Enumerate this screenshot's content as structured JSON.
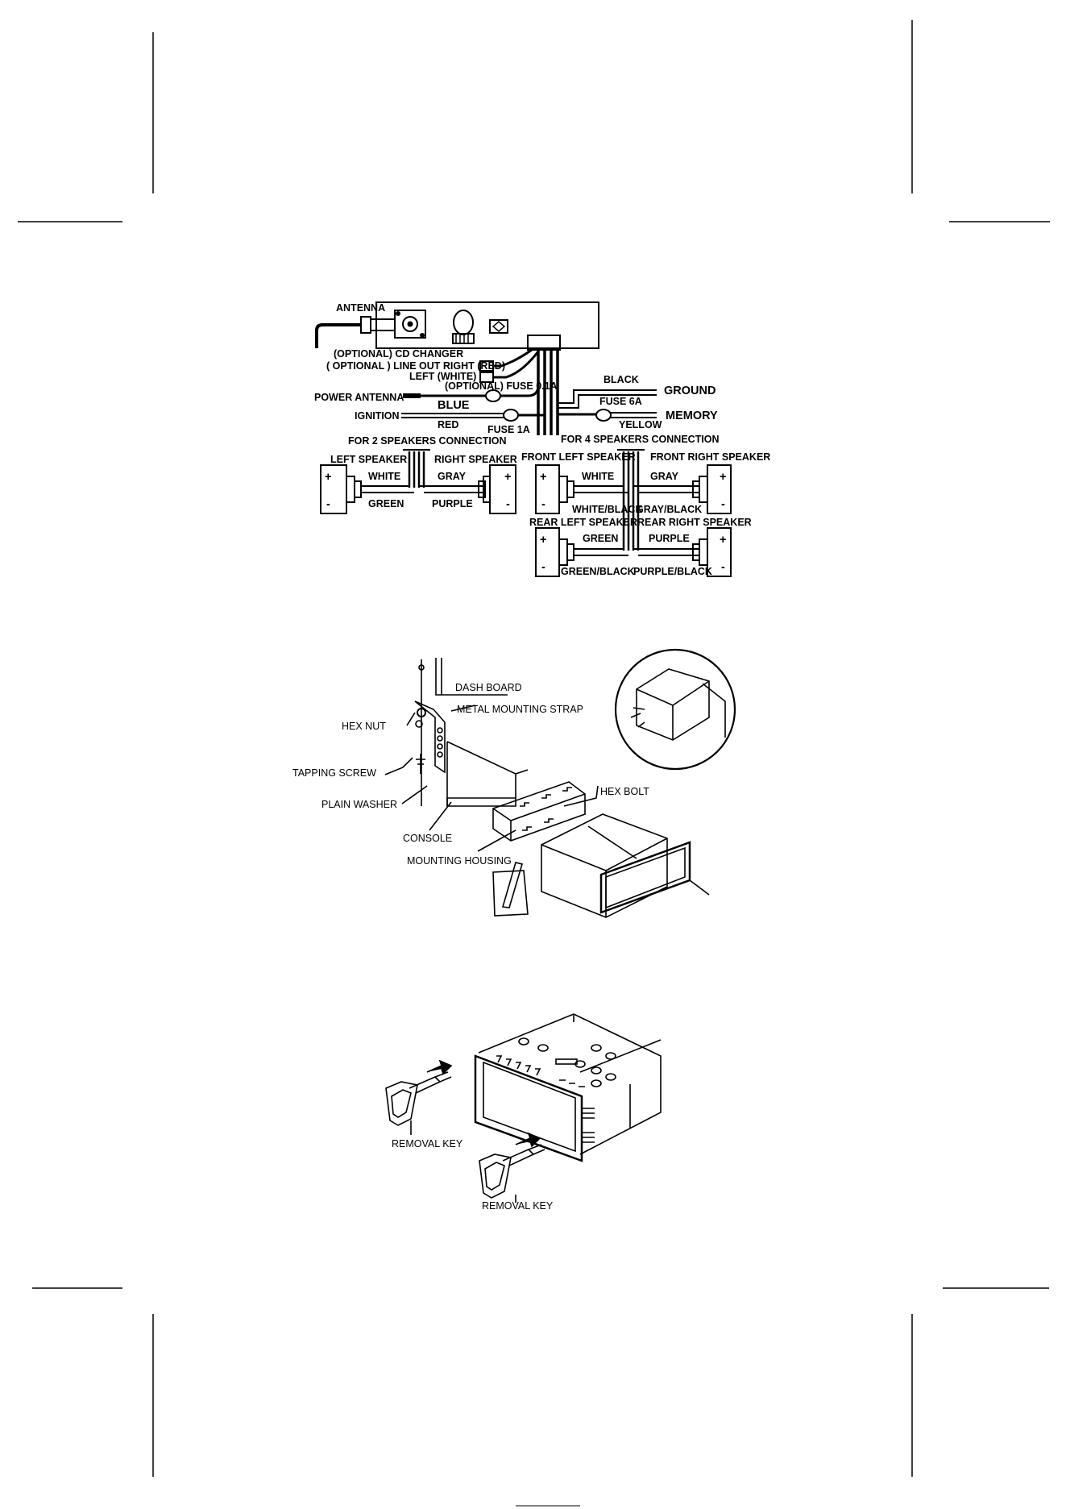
{
  "wiring": {
    "antenna": "ANTENNA",
    "cd_changer": "(OPTIONAL) CD CHANGER",
    "line_out_right": "( OPTIONAL ) LINE OUT RIGHT (RED)",
    "line_out_left": "LEFT (WHITE)",
    "fuse_01": "(OPTIONAL) FUSE 0.1A",
    "power_antenna": "POWER ANTENNA",
    "blue": "BLUE",
    "ignition": "IGNITION",
    "red": "RED",
    "fuse_1a": "FUSE 1A",
    "black": "BLACK",
    "ground": "GROUND",
    "fuse_6a": "FUSE 6A",
    "memory": "MEMORY",
    "yellow": "YELLOW",
    "two_speakers": "FOR 2 SPEAKERS CONNECTION",
    "four_speakers": "FOR 4 SPEAKERS CONNECTION",
    "left_speaker": "LEFT SPEAKER",
    "right_speaker": "RIGHT SPEAKER",
    "white": "WHITE",
    "gray": "GRAY",
    "green": "GREEN",
    "purple": "PURPLE",
    "front_left": "FRONT LEFT SPEAKER",
    "front_right": "FRONT RIGHT SPEAKER",
    "white_black": "WHITE/BLACK",
    "gray_black": "GRAY/BLACK",
    "rear_left": "REAR LEFT SPEAKER",
    "rear_right": "REAR RIGHT SPEAKER",
    "green_black": "GREEN/BLACK",
    "purple_black": "PURPLE/BLACK",
    "plus": "+",
    "minus": "-"
  },
  "mounting": {
    "dash_board": "DASH BOARD",
    "metal_strap": "METAL MOUNTING STRAP",
    "hex_nut": "HEX NUT",
    "tapping_screw": "TAPPING SCREW",
    "plain_washer": "PLAIN WASHER",
    "console": "CONSOLE",
    "mounting_housing": "MOUNTING HOUSING",
    "hex_bolt": "HEX BOLT"
  },
  "removal": {
    "removal_key_1": "REMOVAL KEY",
    "removal_key_2": "REMOVAL KEY"
  }
}
